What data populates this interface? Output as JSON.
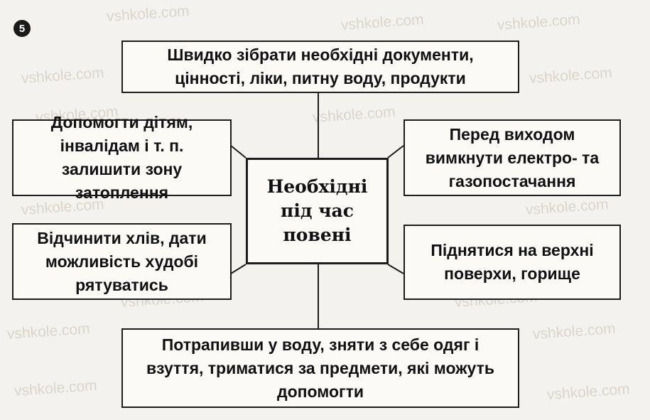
{
  "badge_number": "5",
  "watermark": "vshkole.com",
  "center_label": "Необхідні під час повені",
  "boxes": {
    "top": "Швидко зібрати необхідні документи, цінності, ліки, питну воду, продукти",
    "left_upper": "Допомогти дітям, інвалідам і т. п. залишити зону затоплення",
    "right_upper": "Перед виходом вимкнути електро- та газопостачання",
    "left_lower": "Відчинити хлів, дати можливість худобі рятуватись",
    "right_lower": "Піднятися на верхні поверхи, горище",
    "bottom": "Потрапивши у воду, зняти з себе одяг і взуття, триматися за предмети, які можуть допомогти"
  }
}
